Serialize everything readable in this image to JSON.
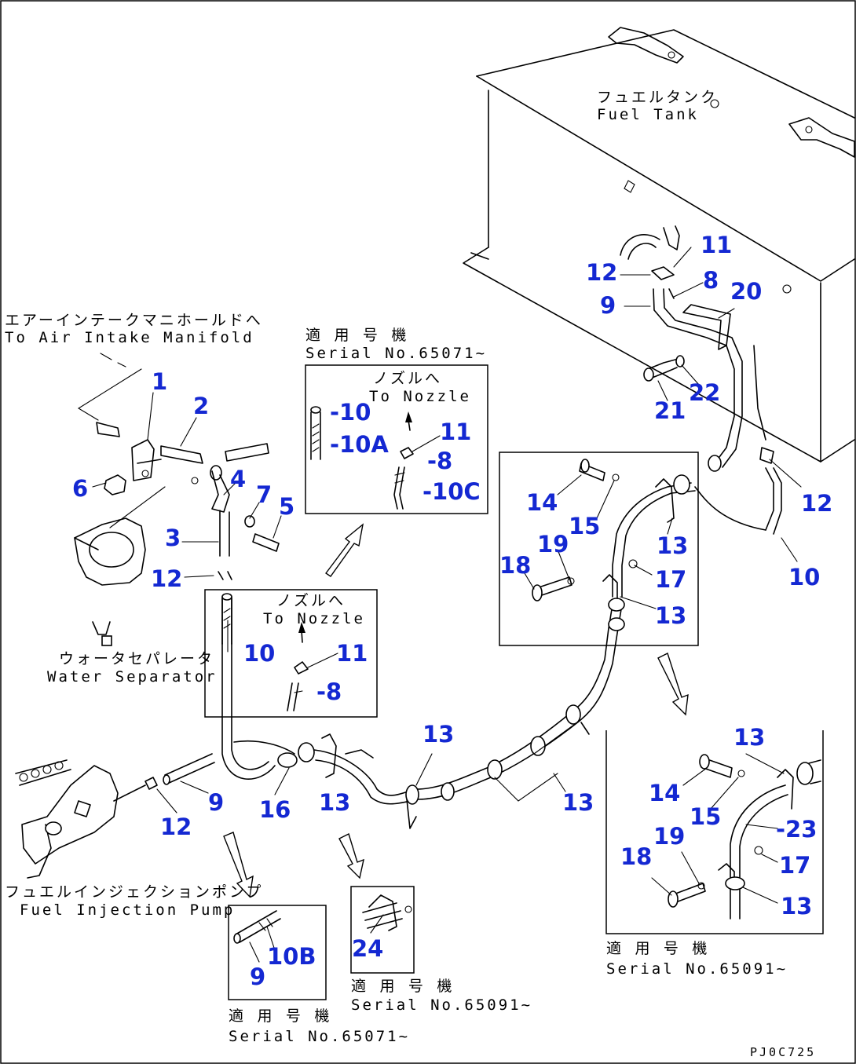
{
  "diagram_code": "PJ0C725",
  "callouts": {
    "c1": "1",
    "c2": "2",
    "c3": "3",
    "c4": "4",
    "c5": "5",
    "c6": "6",
    "c7": "7",
    "c12a": "12",
    "c10_inA": "-10",
    "c10A": "-10A",
    "c11_inA": "11",
    "c8_inA": "-8",
    "c10C": "-10C",
    "c10_inB": "10",
    "c11_inB": "11",
    "c8_inB": "-8",
    "c11_tank": "11",
    "c12_tank": "12",
    "c8_tank": "8",
    "c9_tank": "9",
    "c20": "20",
    "c21": "21",
    "c22": "22",
    "c14a": "14",
    "c15a": "15",
    "c13a": "13",
    "c19a": "19",
    "c18a": "18",
    "c17a": "17",
    "c13b": "13",
    "c12_right": "12",
    "c10_right": "10",
    "c9_low": "9",
    "c12_low": "12",
    "c16": "16",
    "c13_low": "13",
    "c13_mid": "13",
    "c13_right": "13",
    "c9_inC": "9",
    "c10B": "10B",
    "c24": "24",
    "c13_inE_top": "13",
    "c14b": "14",
    "c15b": "15",
    "c19b": "19",
    "c18b": "18",
    "c23": "-23",
    "c17b": "17",
    "c13_inE_bot": "13"
  },
  "labels": {
    "air_intake_jp": "エアーインテークマニホールドへ",
    "air_intake_en": "To Air Intake Manifold",
    "water_sep_jp": "ウォータセパレータ",
    "water_sep_en": "Water Separator",
    "fuel_tank_jp": "フュエルタンク",
    "fuel_tank_en": "Fuel Tank",
    "injection_pump_jp": "フュエルインジェクションポンプ",
    "injection_pump_en": "Fuel Injection Pump",
    "nozzle_jp_a": "ノズルへ",
    "nozzle_en_a": "To Nozzle",
    "nozzle_jp_b": "ノズルへ",
    "nozzle_en_b": "To Nozzle",
    "serial_a_jp": "適 用 号 機",
    "serial_a_en": "Serial No.65071~",
    "serial_c_jp": "適 用 号 機",
    "serial_c_en": "Serial No.65071~",
    "serial_d_jp": "適 用 号 機",
    "serial_d_en": "Serial No.65091~",
    "serial_e_jp": "適 用 号 機",
    "serial_e_en": "Serial No.65091~"
  }
}
